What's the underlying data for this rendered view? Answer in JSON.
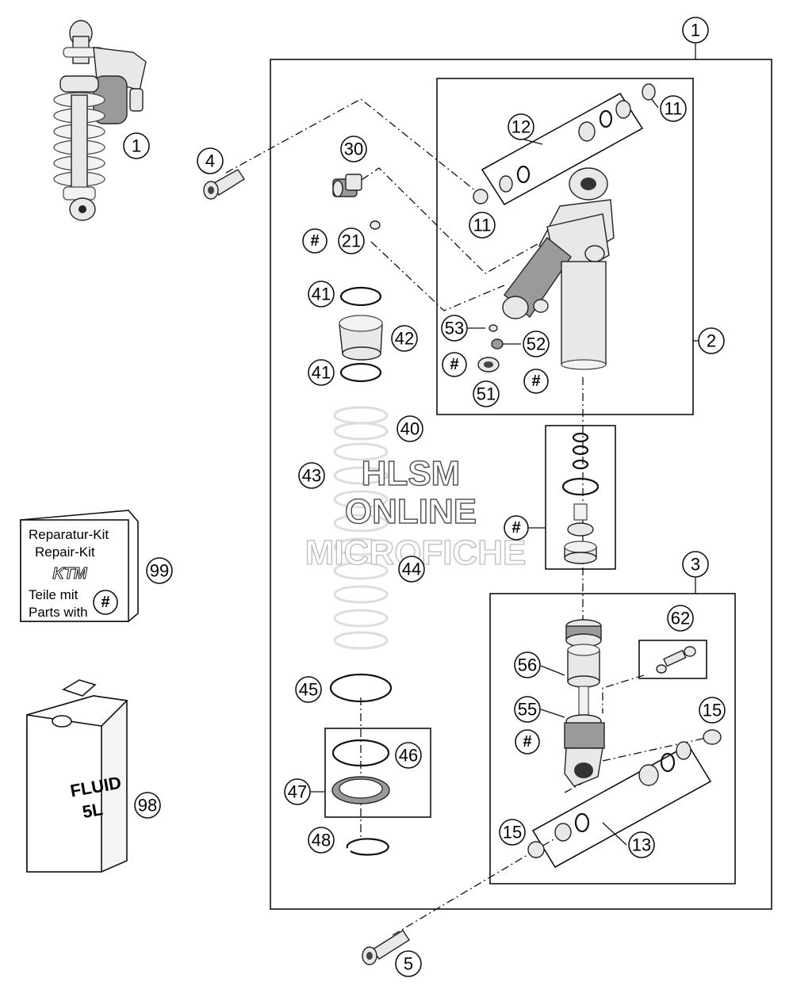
{
  "callouts": {
    "c1_top": "1",
    "c1_left": "1",
    "c2": "2",
    "c3": "3",
    "c4": "4",
    "c5": "5",
    "c11a": "11",
    "c11b": "11",
    "c12": "12",
    "c13": "13",
    "c15a": "15",
    "c15b": "15",
    "c21": "21",
    "c30": "30",
    "c40": "40",
    "c41a": "41",
    "c41b": "41",
    "c42": "42",
    "c43": "43",
    "c44": "44",
    "c45": "45",
    "c46": "46",
    "c47": "47",
    "c48": "48",
    "c51": "51",
    "c52": "52",
    "c53": "53",
    "c55": "55",
    "c56": "56",
    "c62": "62",
    "c98": "98",
    "c99": "99"
  },
  "hash_symbol": "#",
  "kit_box": {
    "line1": "Reparatur-Kit",
    "line2": "Repair-Kit",
    "logo": "KTM",
    "line3": "Teile mit",
    "line4": "Parts with"
  },
  "fluid_can": {
    "line1": "FLUID",
    "line2": "5L"
  },
  "watermark": {
    "line1": "HLSM",
    "line2": "ONLINE",
    "line3": "MICROFICHE"
  },
  "colors": {
    "line": "#111111",
    "part_fill": "#e8e8e8",
    "shade": "#9a9a9a"
  }
}
